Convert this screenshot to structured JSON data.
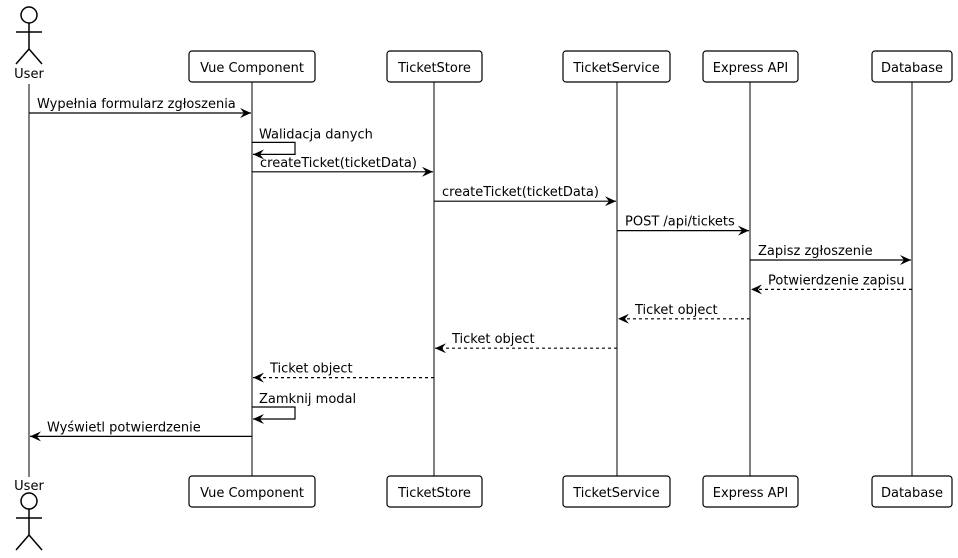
{
  "diagram": {
    "type": "sequence",
    "participants": [
      {
        "id": "user",
        "label": "User",
        "kind": "actor"
      },
      {
        "id": "vue",
        "label": "Vue Component",
        "kind": "participant"
      },
      {
        "id": "store",
        "label": "TicketStore",
        "kind": "participant"
      },
      {
        "id": "service",
        "label": "TicketService",
        "kind": "participant"
      },
      {
        "id": "api",
        "label": "Express API",
        "kind": "participant"
      },
      {
        "id": "db",
        "label": "Database",
        "kind": "participant"
      }
    ],
    "messages": [
      {
        "from": "user",
        "to": "vue",
        "label": "Wypełnia formularz zgłoszenia",
        "style": "solid"
      },
      {
        "from": "vue",
        "to": "vue",
        "label": "Walidacja danych",
        "style": "solid"
      },
      {
        "from": "vue",
        "to": "store",
        "label": "createTicket(ticketData)",
        "style": "solid"
      },
      {
        "from": "store",
        "to": "service",
        "label": "createTicket(ticketData)",
        "style": "solid"
      },
      {
        "from": "service",
        "to": "api",
        "label": "POST /api/tickets",
        "style": "solid"
      },
      {
        "from": "api",
        "to": "db",
        "label": "Zapisz zgłoszenie",
        "style": "solid"
      },
      {
        "from": "db",
        "to": "api",
        "label": "Potwierdzenie zapisu",
        "style": "dashed"
      },
      {
        "from": "api",
        "to": "service",
        "label": "Ticket object",
        "style": "dashed"
      },
      {
        "from": "service",
        "to": "store",
        "label": "Ticket object",
        "style": "dashed"
      },
      {
        "from": "store",
        "to": "vue",
        "label": "Ticket object",
        "style": "dashed"
      },
      {
        "from": "vue",
        "to": "vue",
        "label": "Zamknij modal",
        "style": "solid"
      },
      {
        "from": "vue",
        "to": "user",
        "label": "Wyświetl potwierdzenie",
        "style": "solid"
      }
    ]
  }
}
